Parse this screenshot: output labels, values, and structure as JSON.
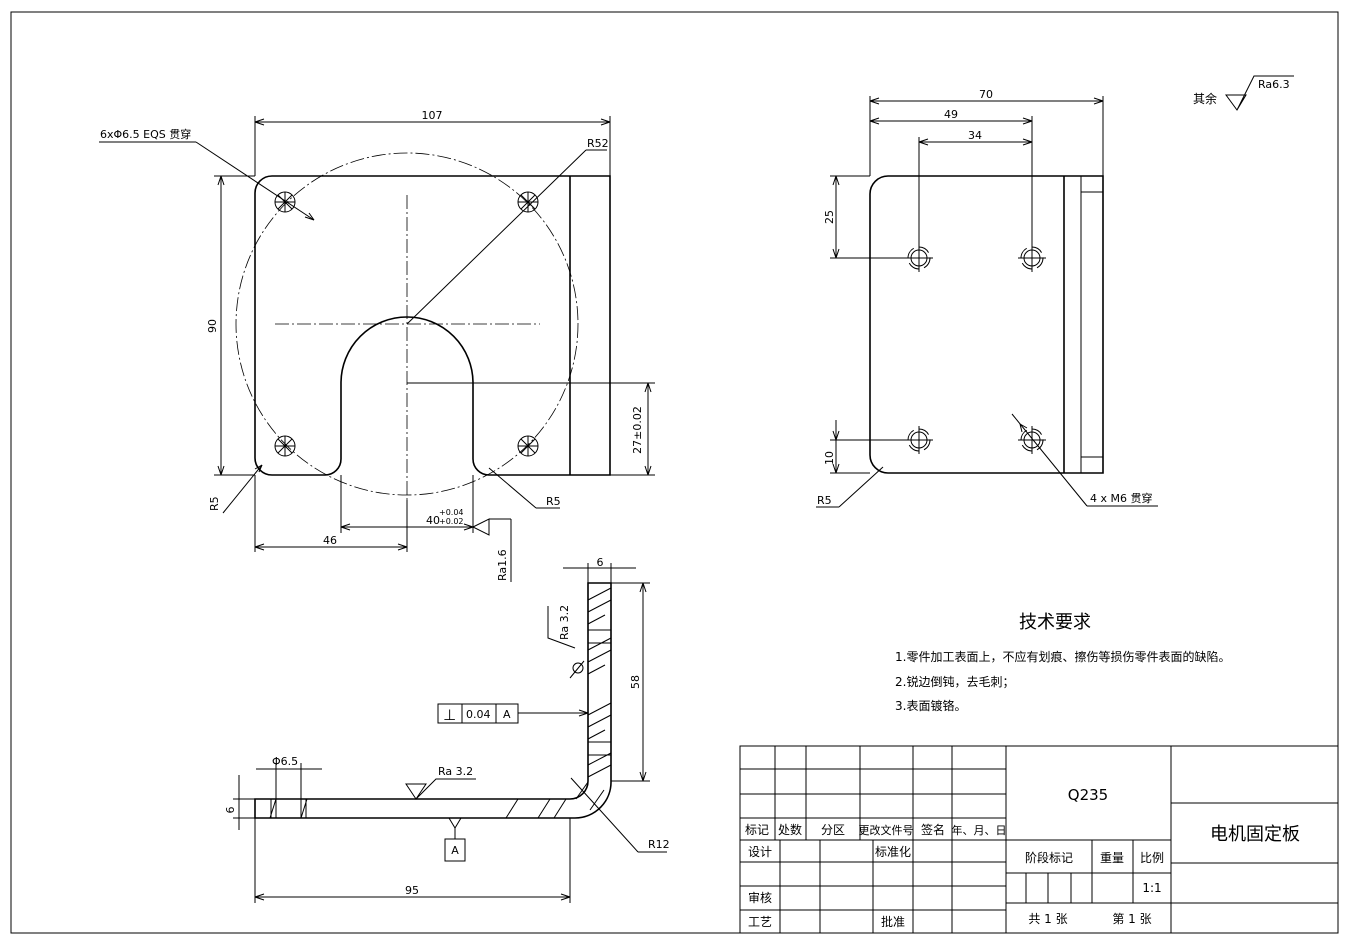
{
  "technical_requirements": {
    "title": "技术要求",
    "items": [
      "1.零件加工表面上，不应有划痕、擦伤等损伤零件表面的缺陷。",
      "2.锐边倒钝，去毛刺；",
      "3.表面镀铬。"
    ]
  },
  "surface_finish_rest": {
    "label": "其余",
    "value": "Ra6.3"
  },
  "front_view": {
    "dim_width": "107",
    "dim_height": "90",
    "hole_callout": "6xΦ6.5 EQS 贯穿",
    "radius_large": "R52",
    "radius_left": "R5",
    "radius_right": "R5",
    "slot_depth": "27±0.02",
    "slot_width": "40",
    "slot_width_tol_upper": "+0.04",
    "slot_width_tol_lower": "+0.02",
    "offset_46": "46",
    "ra_slot": "Ra1.6"
  },
  "side_view": {
    "dim_70": "70",
    "dim_49": "49",
    "dim_34": "34",
    "dim_25": "25",
    "dim_10": "10",
    "radius": "R5",
    "thread_callout": "4 x M6 贯穿"
  },
  "section_view": {
    "dim_6_top": "6",
    "dim_58": "58",
    "ra_vertical": "Ra 3.2",
    "perpendicularity_symbol": "⊥",
    "perpendicularity_value": "0.04",
    "perpendicularity_datum": "A",
    "hole_dia": "Φ6.5",
    "ra_horizontal": "Ra 3.2",
    "dim_6_left": "6",
    "datum_label": "A",
    "radius_bend": "R12",
    "dim_95": "95"
  },
  "title_block": {
    "material": "Q235",
    "part_name": "电机固定板",
    "hdr_mark": "标记",
    "hdr_count": "处数",
    "hdr_zone": "分区",
    "hdr_doc": "更改文件号",
    "hdr_sign": "签名",
    "hdr_date": "年、月、日",
    "design": "设计",
    "standardize": "标准化",
    "stage_mark": "阶段标记",
    "weight": "重量",
    "scale": "比例",
    "scale_value": "1:1",
    "review": "审核",
    "process": "工艺",
    "approve": "批准",
    "sheet_total": "共  1  张",
    "sheet_no": "第  1  张"
  }
}
